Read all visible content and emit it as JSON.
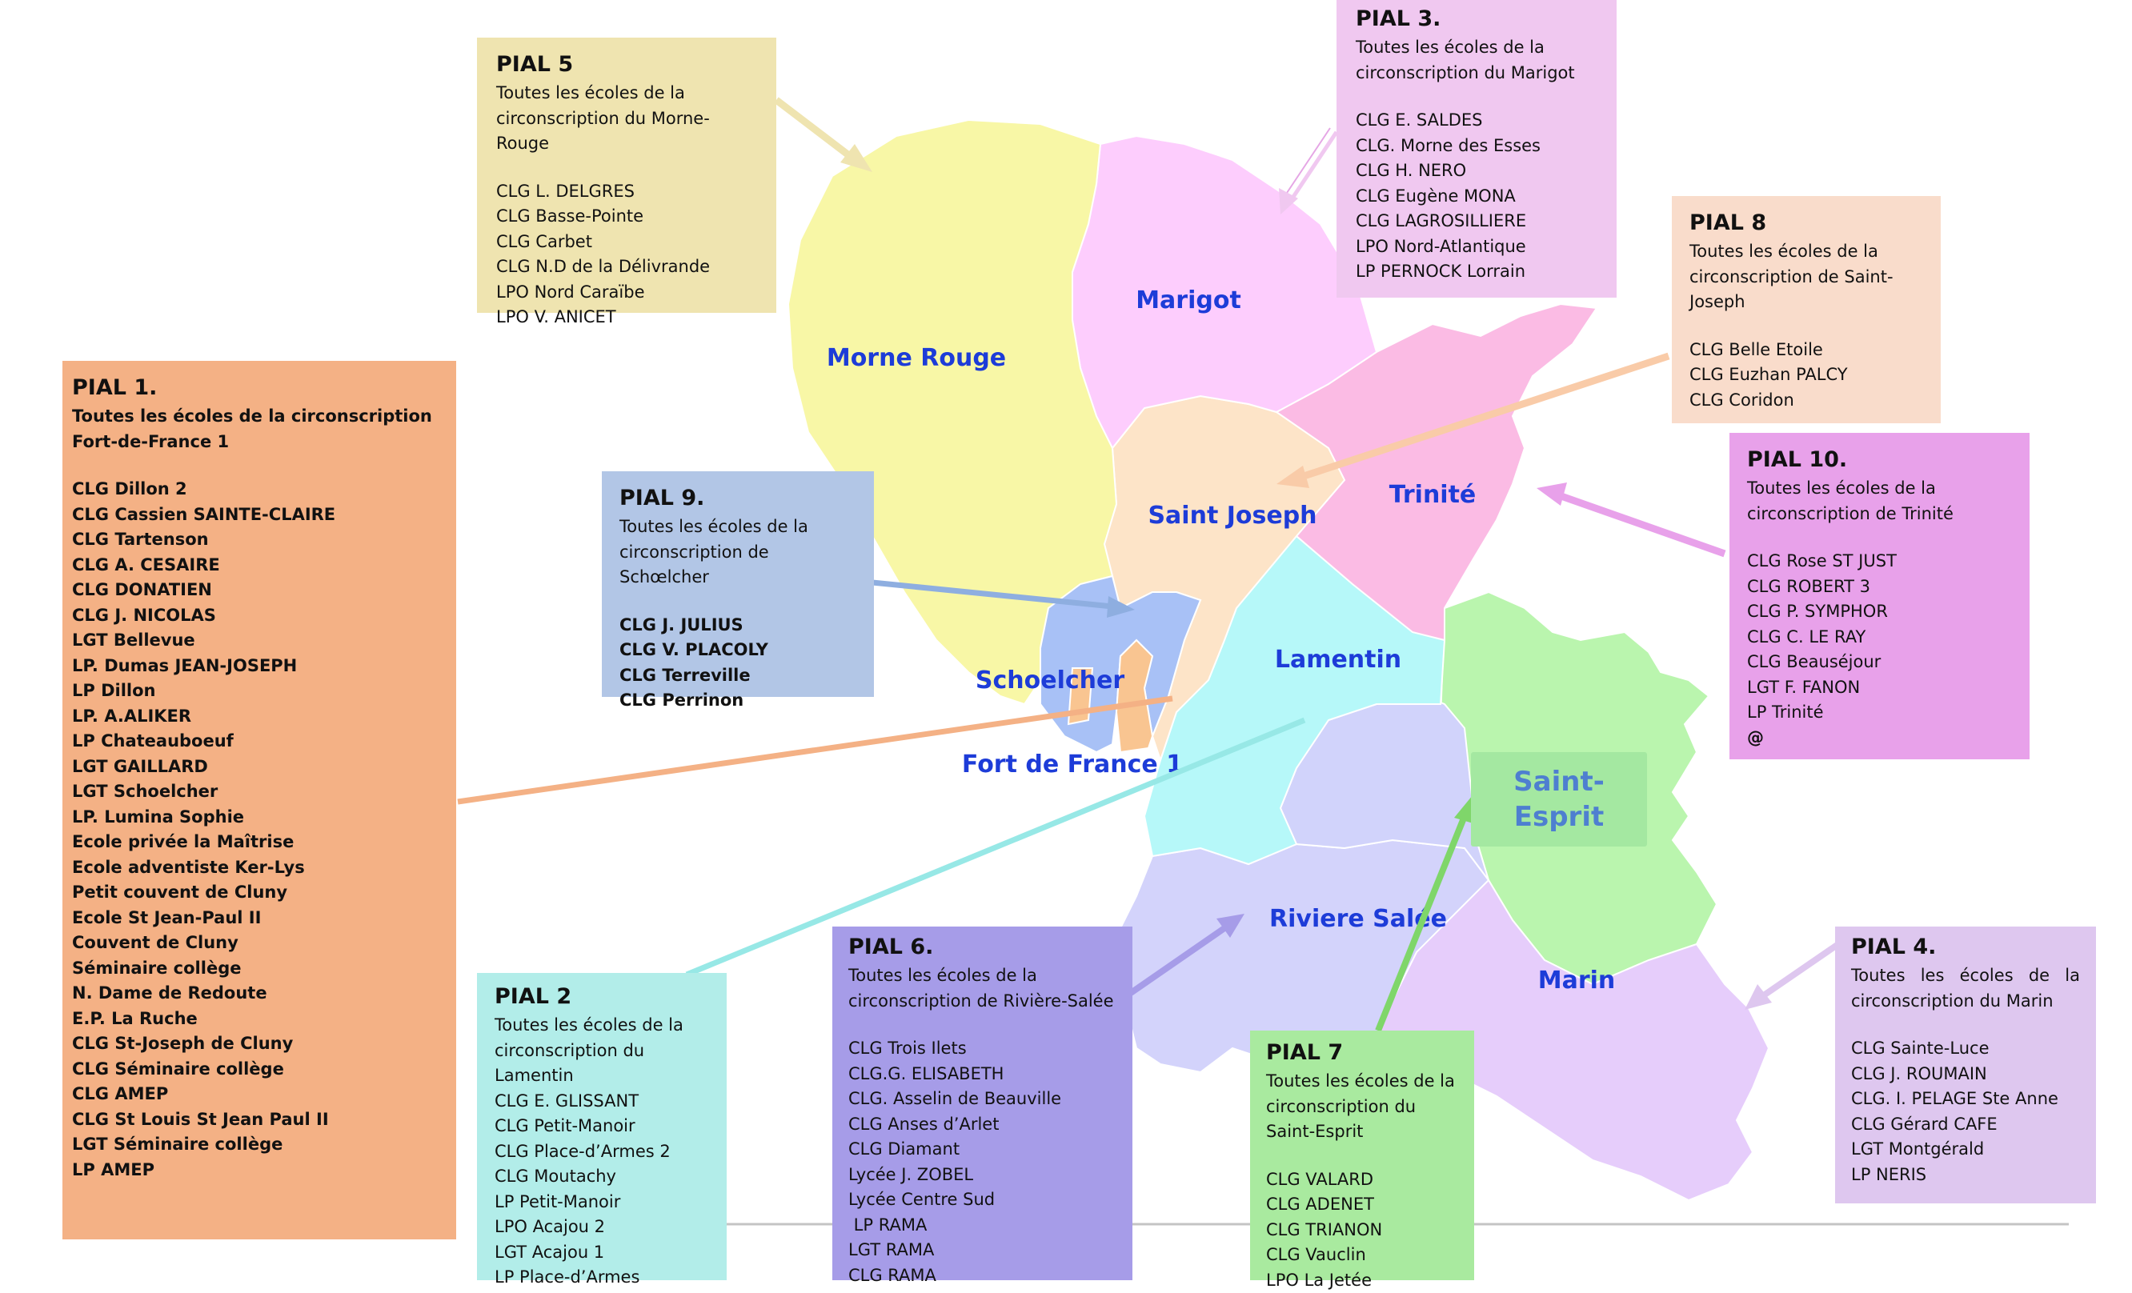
{
  "colors": {
    "pial1": "#f4b185",
    "pial2": "#b2ede9",
    "pial3": "#f0c8f0",
    "pial4": "#dec7ef",
    "pial5": "#efe4b0",
    "pial6": "#a69ce8",
    "pial7": "#a9ea9f",
    "pial8": "#f9dccb",
    "pial9": "#b2c6e6",
    "pial10": "#e8a1ea",
    "region_label_text": "#1d3cd8"
  },
  "map": {
    "regions": [
      {
        "id": "morne_rouge",
        "label": "Morne Rouge",
        "color": "#f8f7a6"
      },
      {
        "id": "marigot",
        "label": "Marigot",
        "color": "#fdcdfd"
      },
      {
        "id": "saint_joseph",
        "label": "Saint Joseph",
        "color": "#fde4c8"
      },
      {
        "id": "trinite",
        "label": "Trinité",
        "color": "#fbbbe4"
      },
      {
        "id": "schoelcher",
        "label": "Schoelcher",
        "color": "#a8c1f6"
      },
      {
        "id": "fort_de_france_1",
        "label": "Fort de France 1",
        "color": "#f9c591"
      },
      {
        "id": "lamentin",
        "label": "Lamentin",
        "color": "#b6f8f9"
      },
      {
        "id": "saint_esprit",
        "label": "Saint-\nEsprit",
        "color": "#d1d3fb"
      },
      {
        "id": "riviere_salee",
        "label": "Riviere Salée",
        "color": "#d3d3fb"
      },
      {
        "id": "marin",
        "label": "Marin",
        "color": "#e6cdfb"
      },
      {
        "id": "east_green",
        "label": "",
        "color": "#baf5ae"
      }
    ],
    "saint_esprit_label": [
      "Saint-",
      "Esprit"
    ]
  },
  "pials": {
    "pial1": {
      "title": "PIAL 1.",
      "desc": "Toutes les écoles de la circonscription Fort-de-France 1",
      "items": [
        "CLG Dillon 2",
        "CLG Cassien SAINTE-CLAIRE",
        "CLG Tartenson",
        "CLG A. CESAIRE",
        "CLG DONATIEN",
        "CLG J. NICOLAS",
        "LGT Bellevue",
        "LP. Dumas JEAN-JOSEPH",
        "LP Dillon",
        "LP. A.ALIKER",
        "LP Chateauboeuf",
        "LGT GAILLARD",
        "LGT Schoelcher",
        "LP. Lumina Sophie",
        "Ecole privée la Maîtrise",
        "Ecole adventiste Ker-Lys",
        "Petit couvent de Cluny",
        "Ecole St Jean-Paul II",
        "Couvent de Cluny",
        "Séminaire collège",
        "N. Dame de Redoute",
        "E.P. La Ruche",
        "CLG St-Joseph de Cluny",
        "CLG Séminaire collège",
        "CLG AMEP",
        "CLG St Louis St Jean Paul II",
        "LGT Séminaire collège",
        "LP AMEP"
      ]
    },
    "pial2": {
      "title": "PIAL 2",
      "desc": "Toutes les écoles de la circonscription du Lamentin",
      "items": [
        "CLG E. GLISSANT",
        "CLG Petit-Manoir",
        "CLG Place-d’Armes 2",
        "CLG Moutachy",
        "LP Petit-Manoir",
        "LPO Acajou 2",
        "LGT Acajou 1",
        "LP Place-d’Armes"
      ]
    },
    "pial3": {
      "title": "PIAL 3.",
      "desc": "Toutes les écoles de la circonscription du Marigot",
      "items": [
        "CLG E. SALDES",
        "CLG. Morne des Esses",
        "CLG H. NERO",
        "CLG Eugène MONA",
        "CLG LAGROSILLIERE",
        "LPO Nord-Atlantique",
        "LP PERNOCK Lorrain"
      ]
    },
    "pial4": {
      "title": "PIAL 4.",
      "desc": "Toutes les écoles de la circonscription du Marin",
      "items": [
        "CLG Sainte-Luce",
        "CLG J. ROUMAIN",
        "CLG. I. PELAGE Ste Anne",
        "CLG Gérard CAFE",
        "LGT Montgérald",
        "LP NERIS"
      ]
    },
    "pial5": {
      "title": "PIAL 5",
      "desc": "Toutes les écoles de la circonscription du Morne-Rouge",
      "items": [
        "CLG L. DELGRES",
        "CLG Basse-Pointe",
        "CLG Carbet",
        "CLG N.D de la Délivrande",
        "LPO Nord Caraïbe",
        "LPO V. ANICET"
      ]
    },
    "pial6": {
      "title": "PIAL 6.",
      "desc": "Toutes les écoles de la circonscription de Rivière-Salée",
      "items": [
        "CLG Trois Ilets",
        "CLG.G. ELISABETH",
        "CLG. Asselin de Beauville",
        "CLG Anses d’Arlet",
        "CLG Diamant",
        "Lycée J. ZOBEL",
        "Lycée Centre Sud",
        " LP RAMA",
        "LGT RAMA",
        "CLG RAMA"
      ]
    },
    "pial7": {
      "title": "PIAL 7",
      "desc": "Toutes les écoles de la circonscription du Saint-Esprit",
      "items": [
        "CLG VALARD",
        "CLG ADENET",
        "CLG TRIANON",
        "CLG Vauclin",
        "LPO La Jetée"
      ]
    },
    "pial8": {
      "title": "PIAL 8",
      "desc": "Toutes les écoles de la circonscription de Saint-Joseph",
      "items": [
        "CLG Belle Etoile",
        "CLG Euzhan PALCY",
        "CLG Coridon"
      ]
    },
    "pial9": {
      "title": "PIAL 9.",
      "desc": "Toutes les écoles de la circonscription de Schœlcher",
      "items": [
        "CLG J. JULIUS",
        "CLG V. PLACOLY",
        "CLG Terreville",
        "CLG Perrinon"
      ]
    },
    "pial10": {
      "title": "PIAL 10.",
      "desc": "Toutes les écoles de la circonscription de Trinité",
      "items": [
        "CLG Rose ST JUST",
        "CLG ROBERT 3",
        "CLG P. SYMPHOR",
        "CLG C. LE RAY",
        "CLG Beauséjour",
        "LGT F. FANON",
        "LP Trinité",
        " @"
      ]
    }
  }
}
